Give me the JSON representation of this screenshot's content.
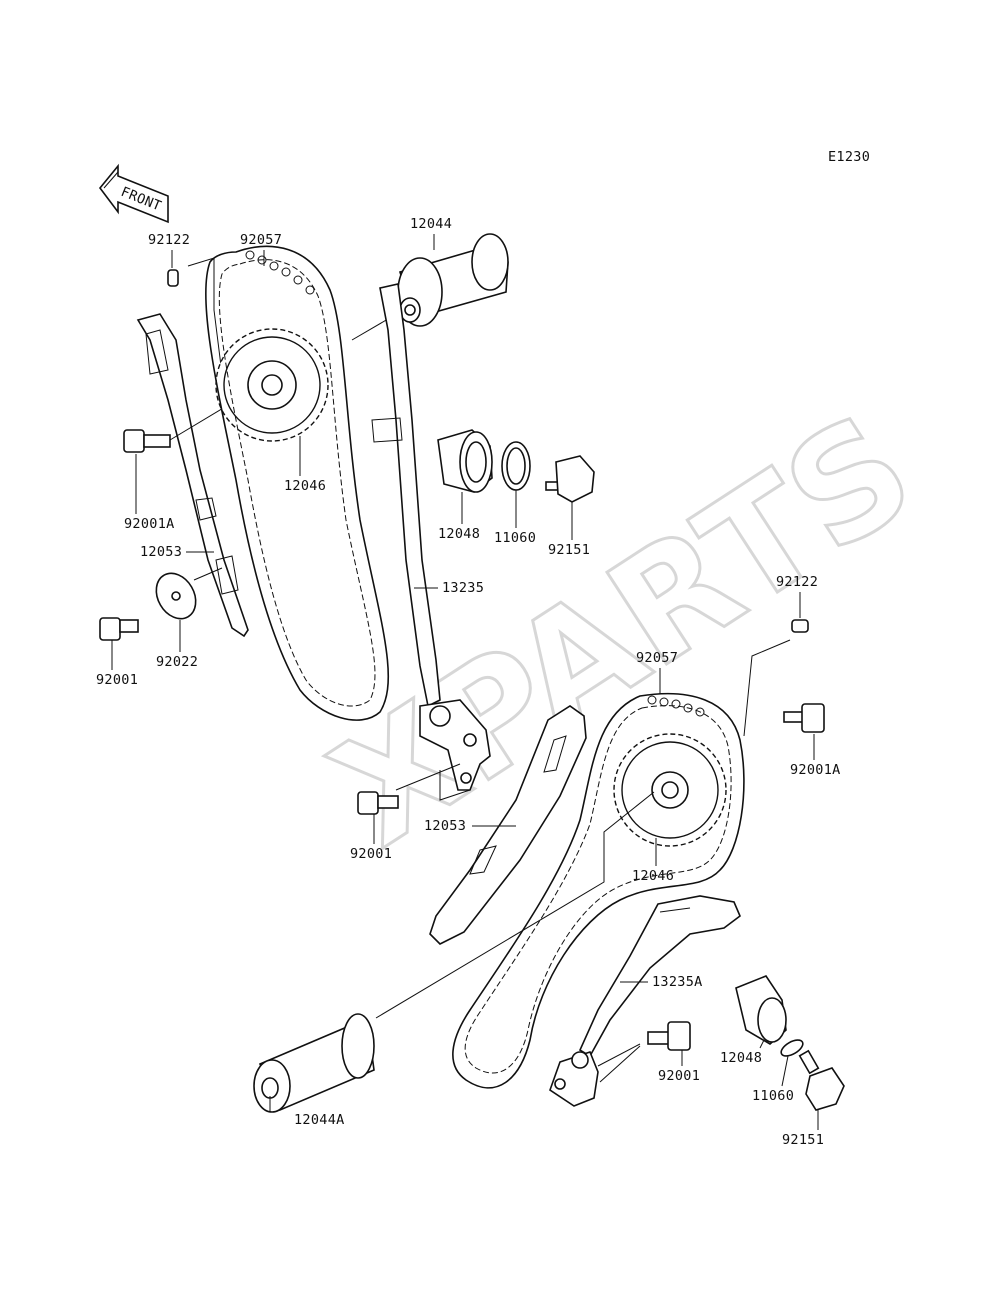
{
  "diagram_code": "E1230",
  "front_arrow_label": "FRONT",
  "watermark": "XPARTS",
  "labels": {
    "p92122_a": "92122",
    "p92057_a": "92057",
    "p12044": "12044",
    "p12046_a": "12046",
    "p92001A_a": "92001A",
    "p12053_a": "12053",
    "p92022": "92022",
    "p92001_a": "92001",
    "p12048_a": "12048",
    "p11060_a": "11060",
    "p92151_a": "92151",
    "p13235": "13235",
    "p92122_b": "92122",
    "p92057_b": "92057",
    "p92001A_b": "92001A",
    "p12053_b": "12053",
    "p92001_b": "92001",
    "p12046_b": "12046",
    "p13235A": "13235A",
    "p12048_b": "12048",
    "p92001_c": "92001",
    "p11060_b": "11060",
    "p12044A": "12044A",
    "p92151_b": "92151"
  }
}
